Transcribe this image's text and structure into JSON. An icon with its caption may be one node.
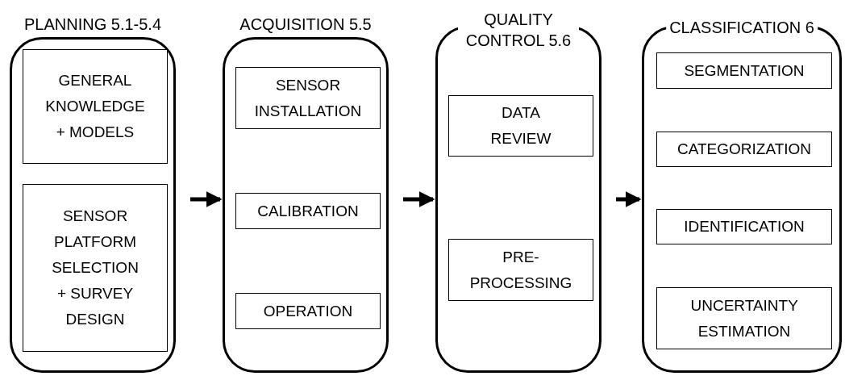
{
  "diagram": {
    "nodes": [
      {
        "text": [
          "PLANNING 5.1-5.4"
        ]
      },
      {
        "text": [
          "GENERAL KNOWLEDGE + MODELS"
        ],
        "in": 0
      },
      {
        "text": [
          "SENSOR PLATFORM SELECTION + SURVEY DESIGN"
        ],
        "in": 0
      },
      {
        "text": [
          "ACQUISITION 5.5"
        ]
      },
      {
        "text": [
          "SENSOR INSTALLATION"
        ],
        "in": 3
      },
      {
        "text": [
          "CALIBRATION"
        ],
        "in": 3
      },
      {
        "text": [
          "OPERATION"
        ],
        "in": 3
      },
      {
        "text": [
          "QUALITY CONTROL 5.6"
        ]
      },
      {
        "text": [
          "DATA REVIEW"
        ],
        "in": 7
      },
      {
        "text": [
          "PRE-PROCESSING"
        ],
        "in": 7
      },
      {
        "text": [
          "CLASSIFICATION 6"
        ]
      },
      {
        "text": [
          "SEGMENTATION"
        ],
        "in": 10
      },
      {
        "text": [
          "CATEGORIZATION"
        ],
        "in": 10
      },
      {
        "text": [
          "IDENTIFICATION"
        ],
        "in": 10
      },
      {
        "text": [
          "UNCERTAINTY ESTIMATION"
        ],
        "in": 10
      }
    ],
    "edges": [
      {
        "from": 0,
        "to": 3,
        "arrow": "to"
      },
      {
        "from": 3,
        "to": 7,
        "arrow": "to"
      },
      {
        "from": 7,
        "to": 10,
        "arrow": "to"
      }
    ]
  }
}
